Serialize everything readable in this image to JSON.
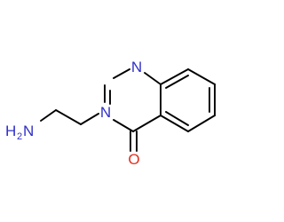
{
  "molecule": {
    "atoms": {
      "n_ring_top": "N",
      "n_ring_substituted": "N",
      "carbonyl_oxygen": "O",
      "amine_h": "H",
      "amine_h_count": "2",
      "amine_n": "N"
    },
    "colors": {
      "nitrogen": "#2f2fc8",
      "oxygen": "#e0301e",
      "bond": "#000000",
      "background": "#ffffff"
    }
  }
}
